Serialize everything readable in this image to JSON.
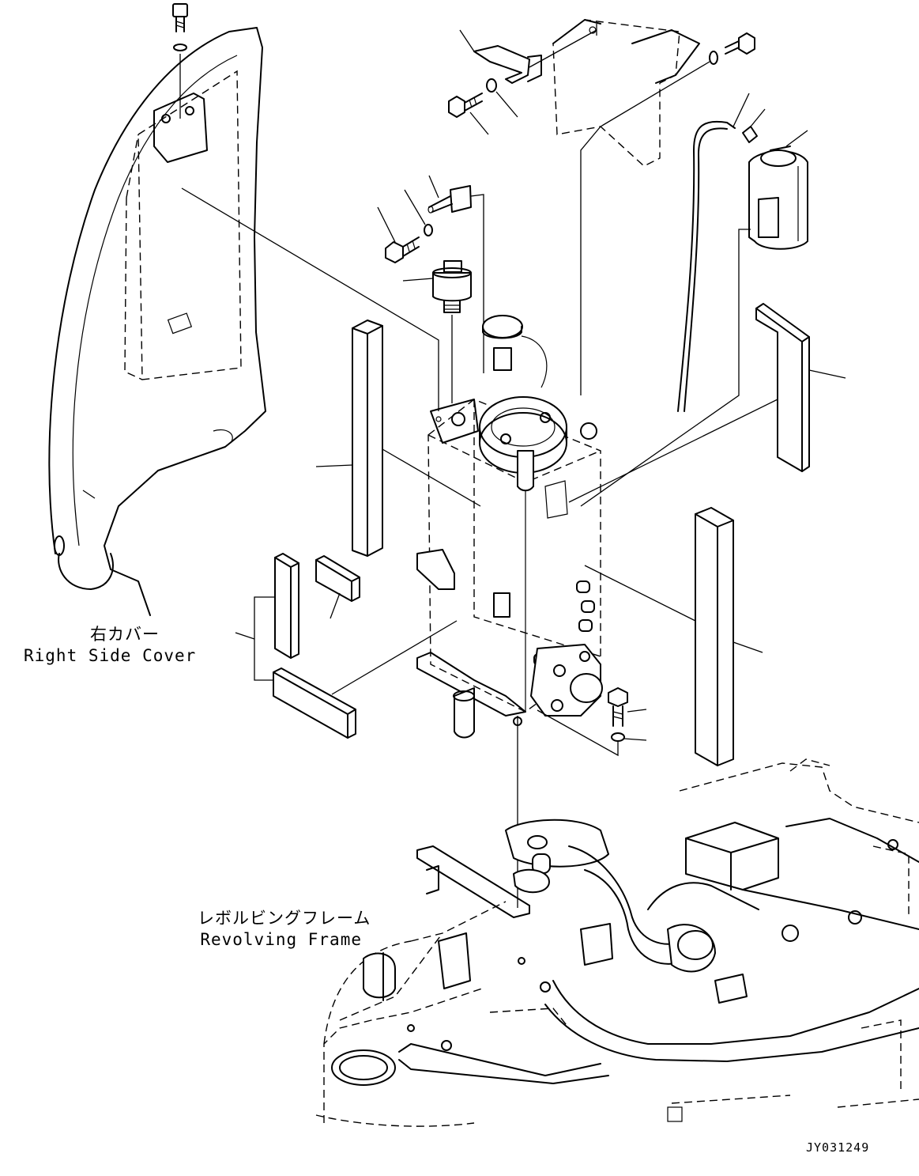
{
  "labels": {
    "right_side_cover": {
      "jp": "右カバー",
      "en": "Right Side Cover"
    },
    "revolving_frame": {
      "jp": "レボルビングフレーム",
      "en": "Revolving Frame"
    }
  },
  "drawing_code": "JY031249"
}
